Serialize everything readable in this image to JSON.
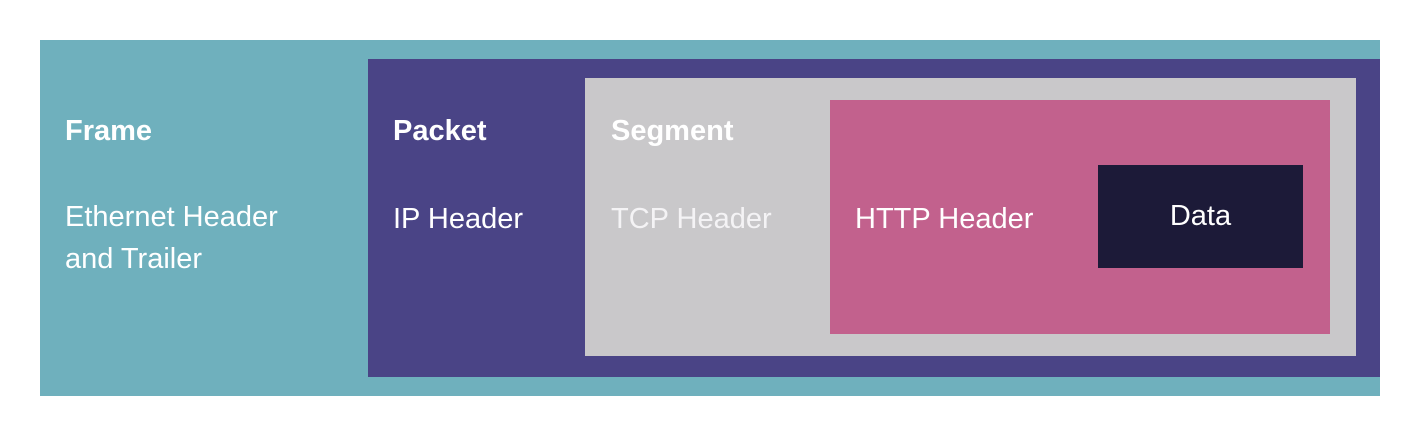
{
  "diagram": {
    "frame": {
      "title": "Frame",
      "subtitle": "Ethernet Header\nand Trailer"
    },
    "packet": {
      "title": "Packet",
      "subtitle": "IP Header"
    },
    "segment": {
      "title": "Segment",
      "subtitle": "TCP Header"
    },
    "http_header": {
      "label": "HTTP Header"
    },
    "data": {
      "label": "Data"
    }
  },
  "colors": {
    "frame_bg": "#6fb0bd",
    "packet_bg": "#4a4486",
    "segment_bg": "#c9c8ca",
    "http_header_bg": "#c2618d",
    "data_bg": "#1c1a38",
    "text": "#ffffff"
  }
}
